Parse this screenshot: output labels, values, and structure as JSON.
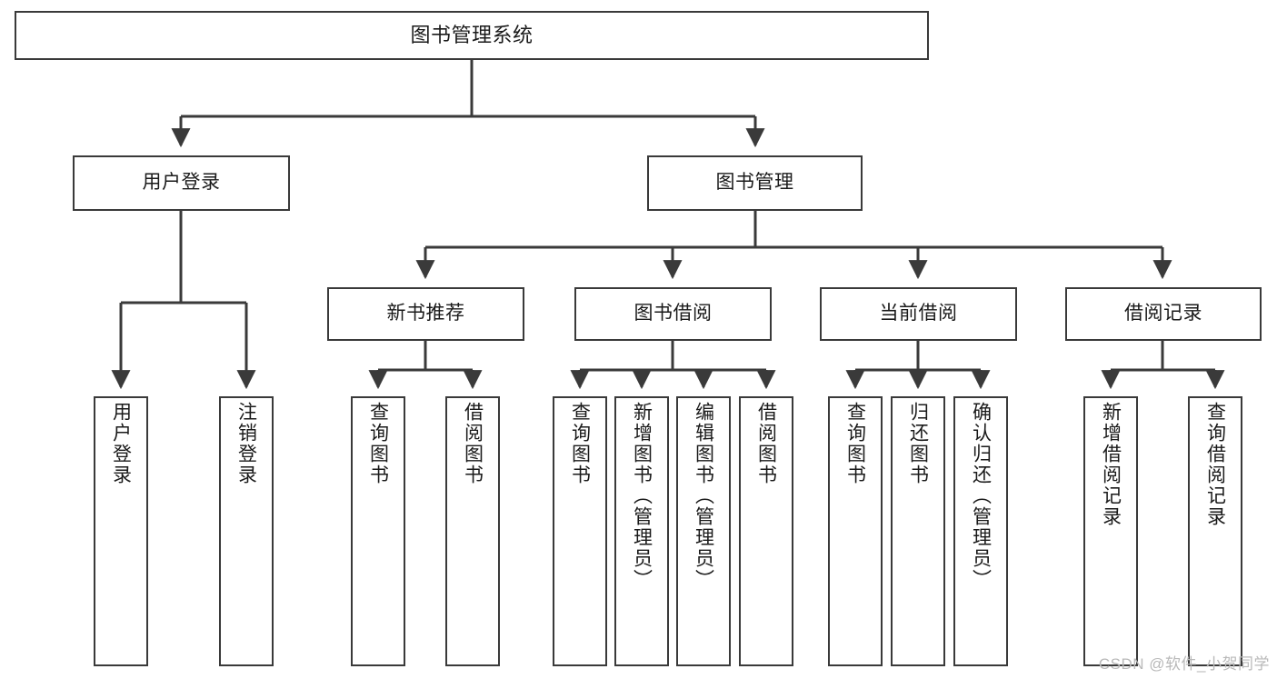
{
  "diagram": {
    "title": "图书管理系统",
    "type": "tree-hierarchy-chart",
    "orientation": "top-down",
    "colors": {
      "box_border": "#3a3a3a",
      "box_fill": "#ffffff",
      "edge": "#3a3a3a",
      "text": "#1a1a1a",
      "watermark": "#b9b9b9"
    }
  },
  "root": {
    "label": "图书管理系统"
  },
  "level2": [
    {
      "label": "用户登录"
    },
    {
      "label": "图书管理"
    }
  ],
  "level3": [
    {
      "label": "新书推荐"
    },
    {
      "label": "图书借阅"
    },
    {
      "label": "当前借阅"
    },
    {
      "label": "借阅记录"
    }
  ],
  "leaves": {
    "user_login": [
      {
        "label": "用户登录"
      },
      {
        "label": "注销登录"
      }
    ],
    "new_book_recommend": [
      {
        "label": "查询图书"
      },
      {
        "label": "借阅图书"
      }
    ],
    "book_borrow": [
      {
        "label": "查询图书"
      },
      {
        "label": "新增图书（管理员）"
      },
      {
        "label": "编辑图书（管理员）"
      },
      {
        "label": "借阅图书"
      }
    ],
    "current_borrow": [
      {
        "label": "查询图书"
      },
      {
        "label": "归还图书"
      },
      {
        "label": "确认归还（管理员）"
      }
    ],
    "borrow_record": [
      {
        "label": "新增借阅记录"
      },
      {
        "label": "查询借阅记录"
      }
    ]
  },
  "watermark": {
    "text": "CSDN @软件_小贺同学"
  }
}
